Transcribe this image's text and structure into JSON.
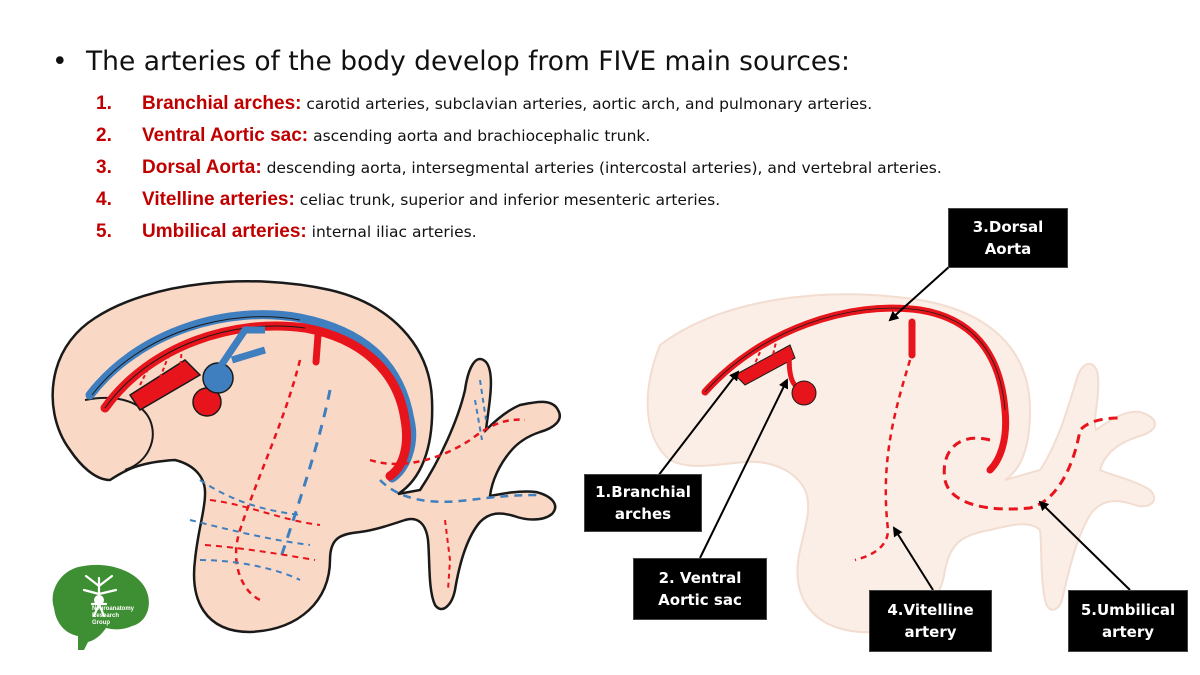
{
  "heading": {
    "bullet": "•",
    "text": "The arteries of the body develop from FIVE main sources:"
  },
  "sources": [
    {
      "number": "1.",
      "term": "Branchial arches:",
      "description": " carotid arteries, subclavian arteries, aortic arch, and pulmonary arteries."
    },
    {
      "number": "2.",
      "term": "Ventral Aortic sac:",
      "description": " ascending aorta and brachiocephalic trunk."
    },
    {
      "number": "3.",
      "term": "Dorsal Aorta:",
      "description": " descending aorta, intersegmental arteries (intercostal arteries), and vertebral arteries."
    },
    {
      "number": "4.",
      "term": "Vitelline arteries:",
      "description": " celiac trunk, superior and inferior mesenteric arteries."
    },
    {
      "number": "5.",
      "term": "Umbilical arteries:",
      "description": " internal iliac arteries."
    }
  ],
  "callouts": {
    "dorsal_aorta": {
      "line1": "3.Dorsal",
      "line2": "Aorta"
    },
    "branchial_arches": {
      "line1": "1.Branchial",
      "line2": "arches"
    },
    "ventral_aortic_sac": {
      "line1": "2. Ventral",
      "line2": "Aortic sac"
    },
    "vitelline_artery": {
      "line1": "4.Vitelline",
      "line2": "artery"
    },
    "umbilical_artery": {
      "line1": "5.Umbilical",
      "line2": "artery"
    }
  },
  "logo": {
    "line1": "Neuroanatomy",
    "line2": "Research",
    "line3": "Group"
  },
  "colors": {
    "artery_red": "#e8141c",
    "vein_blue": "#3f7fc0",
    "embryo_fill": "#f9d9c6",
    "faded_embryo": "#fbeee6",
    "heading_red": "#c00000",
    "logo_green": "#3e8f33"
  }
}
